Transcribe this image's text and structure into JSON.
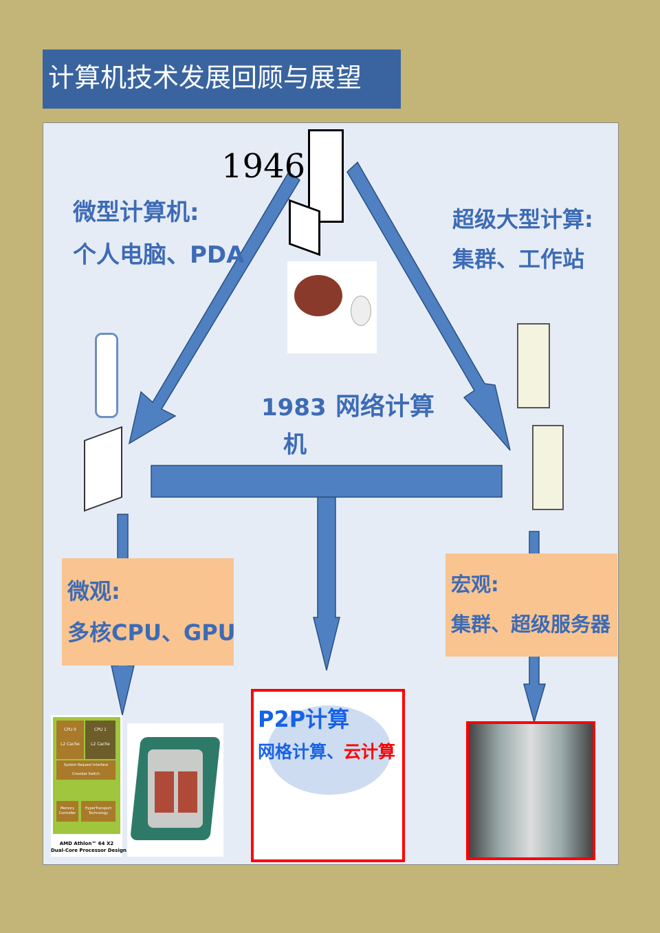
{
  "title": "计算机技术发展回顾与展望",
  "year_1946": "1946",
  "micro_pc": {
    "line1": "微型计算机:",
    "line2": "个人电脑、PDA"
  },
  "super": {
    "line1": "超级大型计算:",
    "line2": "集群、工作站"
  },
  "network": {
    "year": "1983",
    "label": "网络计算",
    "label2": "机"
  },
  "micro_box": {
    "line1": "微观:",
    "line2": "多核CPU、GPU"
  },
  "macro_box": {
    "line1": "宏观:",
    "line2": "集群、超级服务器"
  },
  "cloud": {
    "line1": "P2P计算",
    "line2a": "网格计算、",
    "line2b": "云计算"
  },
  "amd": {
    "cpu0": "CPU 0",
    "cpu1": "CPU 1",
    "l2a": "L2 Cache",
    "l2b": "L2 Cache",
    "sri": "System Request Interface",
    "xbar": "Crossbar Switch",
    "mem": "Memory Controller",
    "ht": "HyperTransport Technology",
    "caption1": "AMD Athlon™ 64 X2",
    "caption2": "Dual-Core Processor Design"
  },
  "colors": {
    "arrow": "#4f80c1",
    "orange": "#f9c490",
    "red": "#ff0000"
  }
}
